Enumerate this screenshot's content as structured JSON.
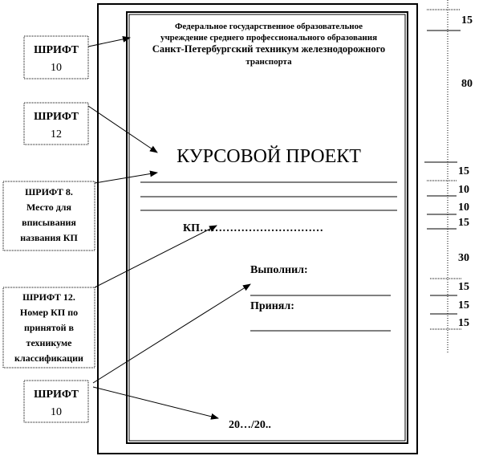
{
  "title_page": {
    "header_lines": [
      "Федеральное государственное образовательное",
      "учреждение среднего профессионального образования",
      "Санкт-Петербургский техникум железнодорожного",
      "транспорта"
    ],
    "title": "КУРСОВОЙ ПРОЕКТ",
    "kp_number": "КП……………………………",
    "performed": "Выполнил:",
    "accepted": "Принял:",
    "year": "20…/20.."
  },
  "callouts": [
    {
      "lines": [
        "ШРИФТ",
        "10"
      ]
    },
    {
      "lines": [
        "ШРИФТ",
        "12"
      ]
    },
    {
      "lines": [
        "ШРИФТ  8.",
        "Место для",
        "вписывания",
        "названия КП"
      ]
    },
    {
      "lines": [
        "ШРИФТ  12.",
        "Номер КП по",
        "принятой в",
        "техникуме",
        "классификации"
      ]
    },
    {
      "lines": [
        "ШРИФТ",
        "10"
      ]
    }
  ],
  "ruler": {
    "labels": [
      "15",
      "80",
      "15",
      "10",
      "10",
      "15",
      "30",
      "15",
      "15",
      "15"
    ]
  }
}
